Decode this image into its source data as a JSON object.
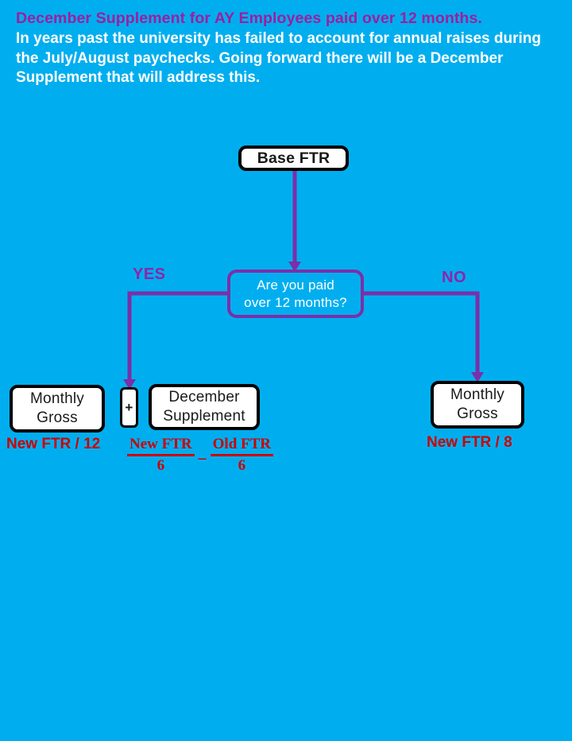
{
  "page": {
    "background_color": "#00AEEF",
    "title_color": "#9C1FA0",
    "body_text_color": "#FFFFFF",
    "accent_purple": "#7B2FA8",
    "formula_red": "#CC0000"
  },
  "header": {
    "title": "December Supplement for AY Employees paid over 12 months.",
    "body": "In years past the university has failed to account for annual raises during the July/August paychecks. Going forward there will be a December Supplement that will address this."
  },
  "flow": {
    "start_node": {
      "label": "Base FTR"
    },
    "decision": {
      "line1": "Are you paid",
      "line2": "over 12 months?"
    },
    "branches": {
      "yes_label": "YES",
      "no_label": "NO"
    },
    "yes_path": {
      "monthly_gross": {
        "line1": "Monthly",
        "line2": "Gross"
      },
      "operator": "+",
      "december_supplement": {
        "line1": "December",
        "line2": "Supplement"
      },
      "monthly_gross_formula": "New FTR / 12",
      "supplement_formula": {
        "left_numerator": "New FTR",
        "left_denominator": "6",
        "operator": "–",
        "right_numerator": "Old FTR",
        "right_denominator": "6"
      }
    },
    "no_path": {
      "monthly_gross": {
        "line1": "Monthly",
        "line2": "Gross"
      },
      "monthly_gross_formula": "New FTR / 8"
    }
  }
}
